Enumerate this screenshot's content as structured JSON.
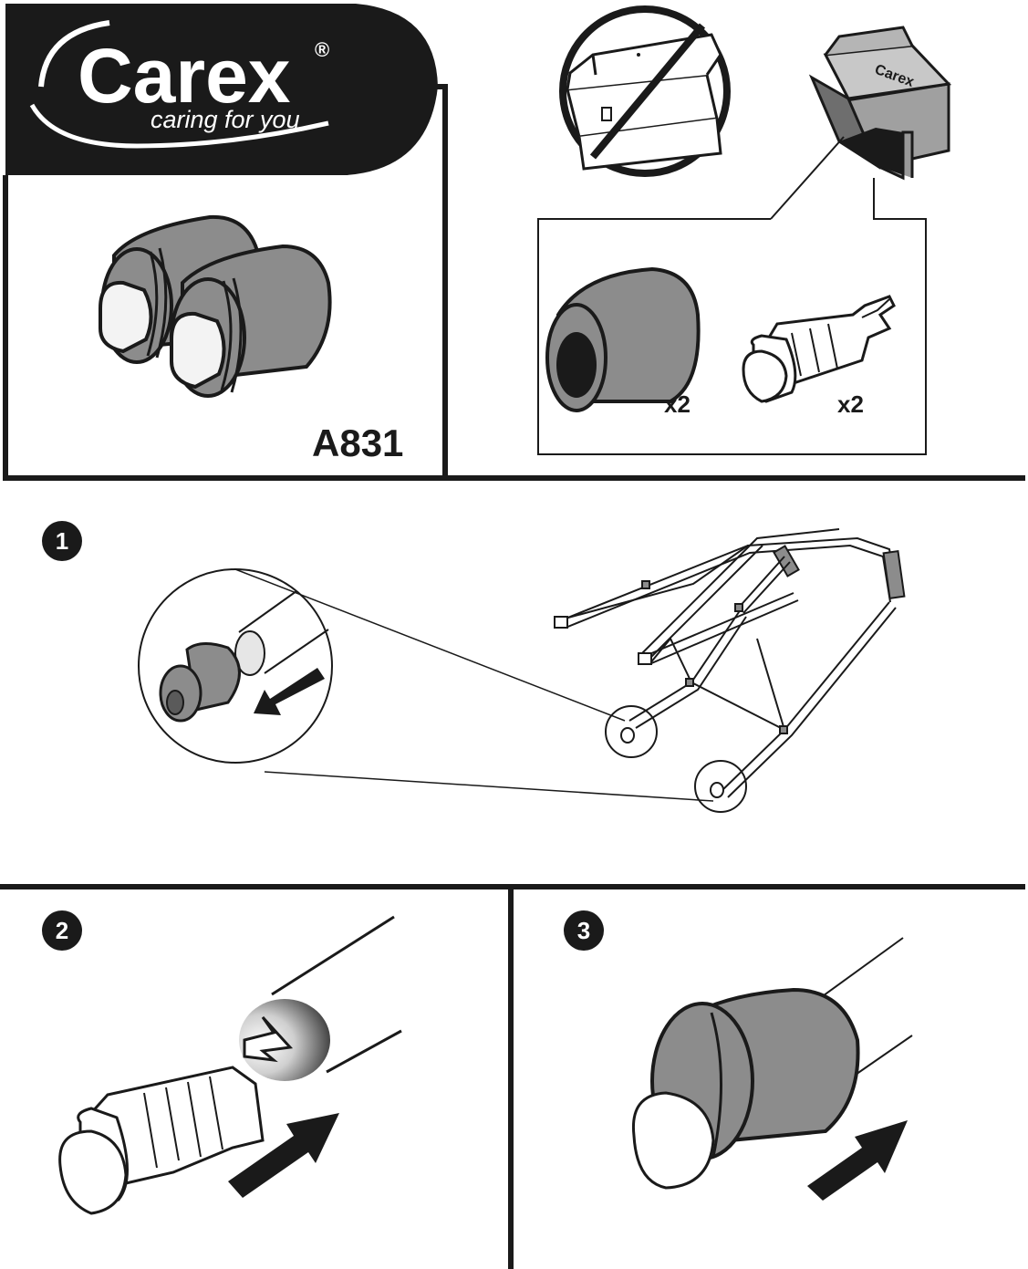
{
  "brand": {
    "name": "Carex",
    "registered": "®",
    "tagline": "caring for you"
  },
  "product": {
    "model": "A831"
  },
  "kit": {
    "tip_qty": "x2",
    "glide_qty": "x2"
  },
  "steps": [
    {
      "number": "1"
    },
    {
      "number": "2"
    },
    {
      "number": "3"
    }
  ],
  "icons": {
    "no_toolbox": "no-toolbox-icon",
    "open_box": "open-box-icon",
    "arrow": "arrow-icon"
  },
  "colors": {
    "black": "#1a1a1a",
    "rubber_gray": "#8c8c8c",
    "white": "#ffffff"
  }
}
